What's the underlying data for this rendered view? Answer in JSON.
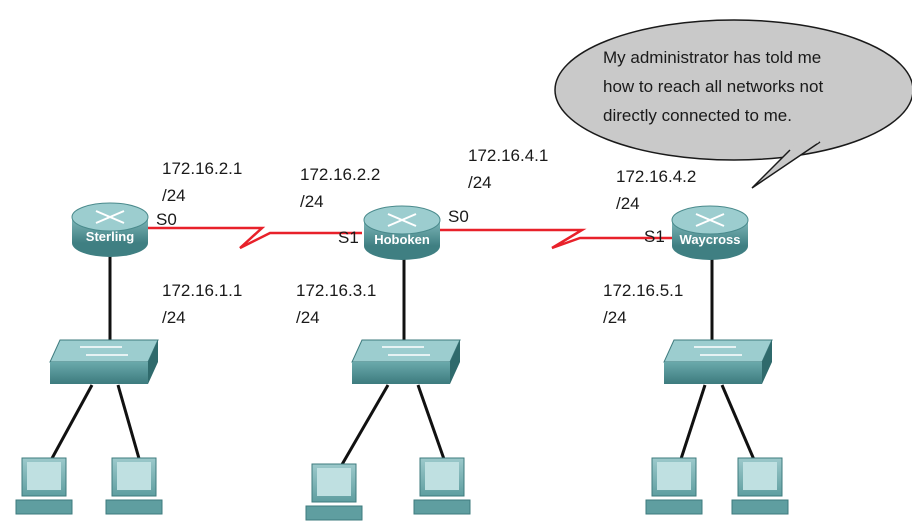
{
  "routers": [
    {
      "name": "Sterling"
    },
    {
      "name": "Hoboken"
    },
    {
      "name": "Waycross"
    }
  ],
  "interfaces": {
    "sterling_s0": "S0",
    "hoboken_s1": "S1",
    "hoboken_s0": "S0",
    "waycross_s1": "S1"
  },
  "addresses": {
    "sterling_serial": {
      "ip": "172.16.2.1",
      "mask": "/24"
    },
    "hoboken_s1": {
      "ip": "172.16.2.2",
      "mask": "/24"
    },
    "hoboken_s0": {
      "ip": "172.16.4.1",
      "mask": "/24"
    },
    "waycross_s1": {
      "ip": "172.16.4.2",
      "mask": "/24"
    },
    "sterling_lan": {
      "ip": "172.16.1.1",
      "mask": "/24"
    },
    "hoboken_lan": {
      "ip": "172.16.3.1",
      "mask": "/24"
    },
    "waycross_lan": {
      "ip": "172.16.5.1",
      "mask": "/24"
    }
  },
  "callout": {
    "lines": [
      "My administrator has told me",
      "how to reach all networks not",
      "directly connected to me."
    ]
  },
  "colors": {
    "serial_link": "#e8212a",
    "ethernet_link": "#111111",
    "device_body": "#5f9ea0",
    "device_top": "#8fc3c5",
    "bubble_fill": "#c9c9c9"
  }
}
